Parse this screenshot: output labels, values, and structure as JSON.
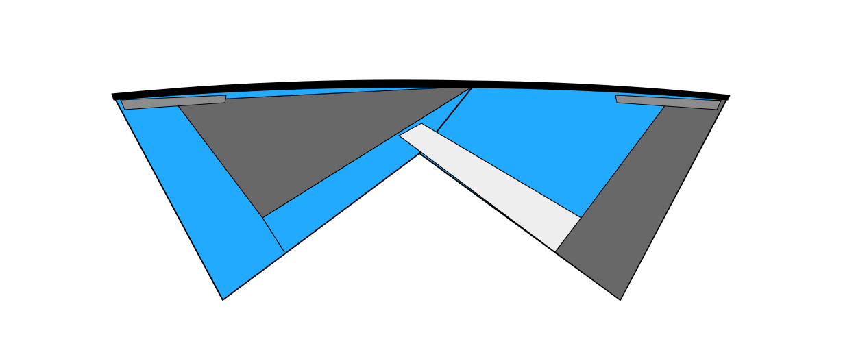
{
  "colors": {
    "background": "#ffffff",
    "blue": "#22aaff",
    "dark_gray": "#686868",
    "light_gray": "#eeeeef",
    "tab_gray": "#8c8c8c",
    "outline": "#000000",
    "rim": "#000000"
  },
  "shapes": [
    "left-wing-blue",
    "left-wing-gray-panel",
    "left-wing-blue-inner-strip",
    "right-wing-blue",
    "right-wing-light-strip",
    "right-wing-gray-panel",
    "top-rim",
    "left-tab",
    "right-tab"
  ]
}
